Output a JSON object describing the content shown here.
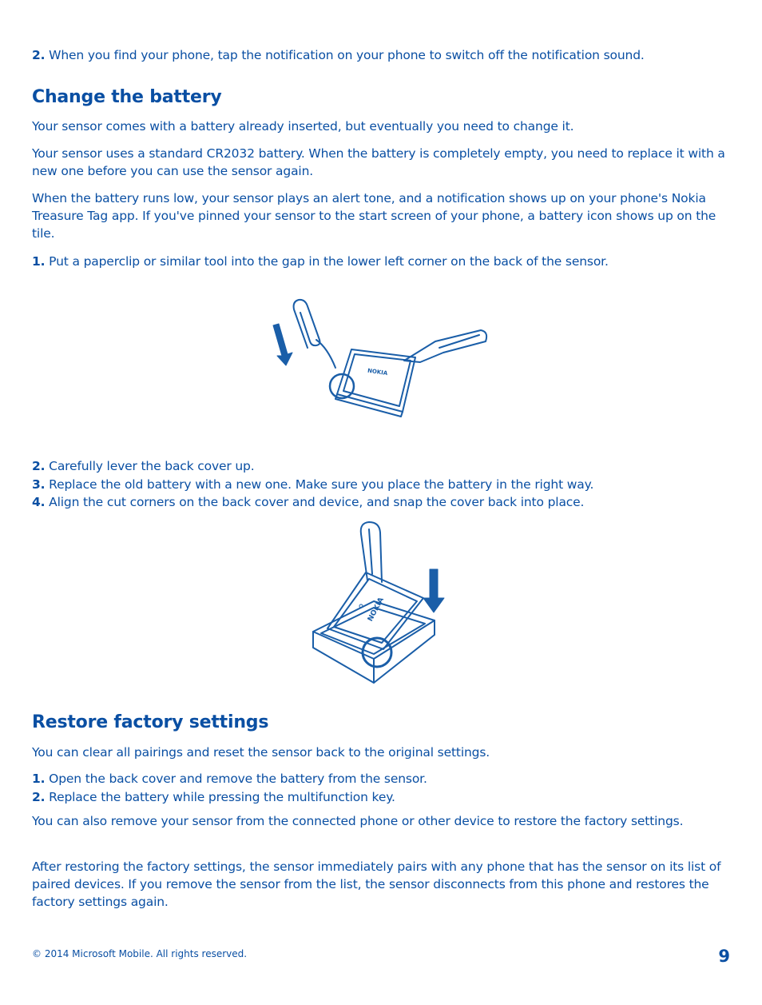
{
  "intro_step": {
    "num": "2.",
    "text": " When you find your phone, tap the notification on your phone to switch off the notification sound."
  },
  "section1": {
    "heading": "Change the battery",
    "para1": "Your sensor comes with a battery already inserted, but eventually you need to change it.",
    "para2": "Your sensor uses a standard CR2032 battery. When the battery is completely empty, you need to replace it with a new one before you can use the sensor again.",
    "para3": "When the battery runs low, your sensor plays an alert tone, and a notification shows up on your phone's Nokia Treasure Tag app. If you've pinned your sensor to the start screen of your phone, a battery icon shows up on the tile.",
    "step1": {
      "num": "1.",
      "text": " Put a paperclip or similar tool into the gap in the lower left corner on the back of the sensor."
    },
    "step2": {
      "num": "2.",
      "text": " Carefully lever the back cover up."
    },
    "step3": {
      "num": "3.",
      "text": " Replace the old battery with a new one. Make sure you place the battery in the right way."
    },
    "step4": {
      "num": "4.",
      "text": " Align the cut corners on the back cover and device, and snap the cover back into place."
    },
    "brand_label": "NOKIA"
  },
  "section2": {
    "heading": "Restore factory settings",
    "para1": "You can clear all pairings and reset the sensor back to the original settings.",
    "step1": {
      "num": "1.",
      "text": " Open the back cover and remove the battery from the sensor."
    },
    "step2": {
      "num": "2.",
      "text": " Replace the battery while pressing the multifunction key."
    },
    "para2": "You can also remove your sensor from the connected phone or other device to restore the factory settings.",
    "para3": "After restoring the factory settings, the sensor immediately pairs with any phone that has the sensor on its list of paired devices. If you remove the sensor from the list, the sensor disconnects from this phone and restores the factory settings again."
  },
  "footer": {
    "copyright": "© 2014 Microsoft Mobile. All rights reserved.",
    "page_number": "9"
  },
  "colors": {
    "text": "#0a4fa3",
    "line": "#1a5ea8"
  }
}
